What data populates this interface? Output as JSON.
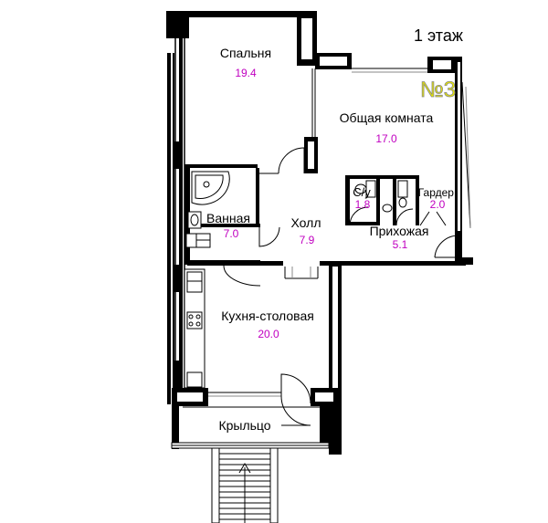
{
  "floor_label": "1 этаж",
  "unit_number": "№3",
  "colors": {
    "area_text": "#c000c0",
    "unit_number": "#e8e800",
    "walls": "#000000",
    "background": "#ffffff"
  },
  "rooms": {
    "bedroom": {
      "name": "Спальня",
      "area": "19.4"
    },
    "living": {
      "name": "Общая комната",
      "area": "17.0"
    },
    "wc": {
      "name": "С/у",
      "area": "1.8"
    },
    "wardrobe": {
      "name": "Гардер.",
      "area": "2.0"
    },
    "bathroom": {
      "name": "Ванная",
      "area": "7.0"
    },
    "hall": {
      "name": "Холл",
      "area": "7.9"
    },
    "entrance": {
      "name": "Прихожая",
      "area": "5.1"
    },
    "kitchen": {
      "name": "Кухня-столовая",
      "area": "20.0"
    },
    "porch": {
      "name": "Крыльцо"
    }
  }
}
